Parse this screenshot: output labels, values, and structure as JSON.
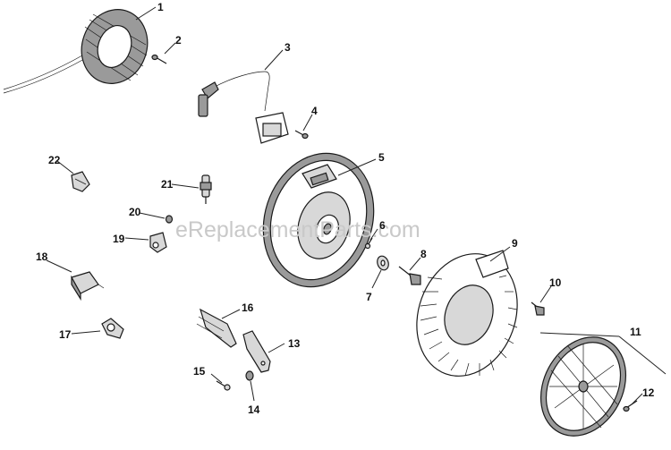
{
  "watermark": "eReplacementParts.com",
  "callouts": [
    {
      "id": "1",
      "label": "1"
    },
    {
      "id": "2",
      "label": "2"
    },
    {
      "id": "3",
      "label": "3"
    },
    {
      "id": "4",
      "label": "4"
    },
    {
      "id": "5",
      "label": "5"
    },
    {
      "id": "6",
      "label": "6"
    },
    {
      "id": "7",
      "label": "7"
    },
    {
      "id": "8",
      "label": "8"
    },
    {
      "id": "9",
      "label": "9"
    },
    {
      "id": "10",
      "label": "10"
    },
    {
      "id": "11",
      "label": "11"
    },
    {
      "id": "12",
      "label": "12"
    },
    {
      "id": "13",
      "label": "13"
    },
    {
      "id": "14",
      "label": "14"
    },
    {
      "id": "15",
      "label": "15"
    },
    {
      "id": "16",
      "label": "16"
    },
    {
      "id": "17",
      "label": "17"
    },
    {
      "id": "18",
      "label": "18"
    },
    {
      "id": "19",
      "label": "19"
    },
    {
      "id": "20",
      "label": "20"
    },
    {
      "id": "21",
      "label": "21"
    },
    {
      "id": "22",
      "label": "22"
    }
  ]
}
